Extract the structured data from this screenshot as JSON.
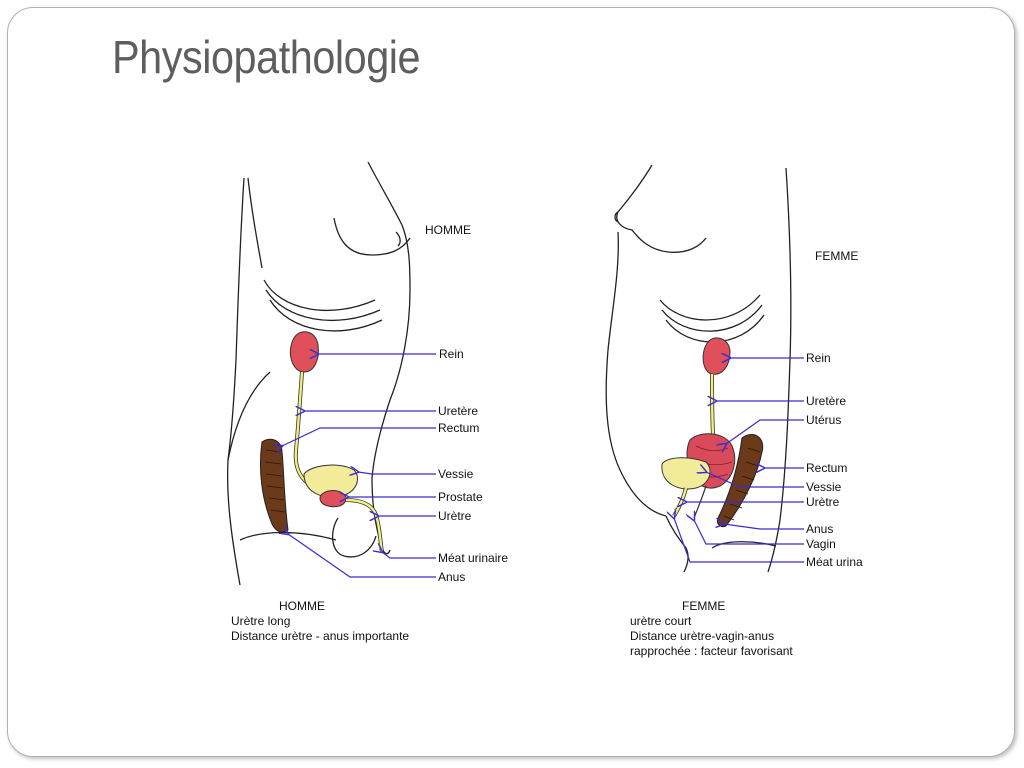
{
  "slide": {
    "title": "Physiopathologie"
  },
  "homme": {
    "heading": "HOMME",
    "labels": [
      "Rein",
      "Uretère",
      "Rectum",
      "Vessie",
      "Prostate",
      "Urètre",
      "Méat urinaire",
      "Anus"
    ],
    "caption": {
      "heading": "HOMME",
      "lines": [
        "Urètre long",
        "Distance urètre - anus importante"
      ]
    }
  },
  "femme": {
    "heading": "FEMME",
    "labels": [
      "Rein",
      "Uretère",
      "Utérus",
      "Rectum",
      "Vessie",
      "Urètre",
      "Anus",
      "Vagin",
      "Méat urina"
    ],
    "caption": {
      "heading": "FEMME",
      "lines": [
        "urètre court",
        "Distance urètre-vagin-anus",
        "rapprochée : facteur favorisant"
      ]
    }
  },
  "colors": {
    "kidney": "#e0505a",
    "bladder": "#f2ec9a",
    "rectum": "#6b3a1a",
    "ureter": "#f3ef7e",
    "arrow": "#3a2bd0",
    "title": "#5e5e5e"
  }
}
